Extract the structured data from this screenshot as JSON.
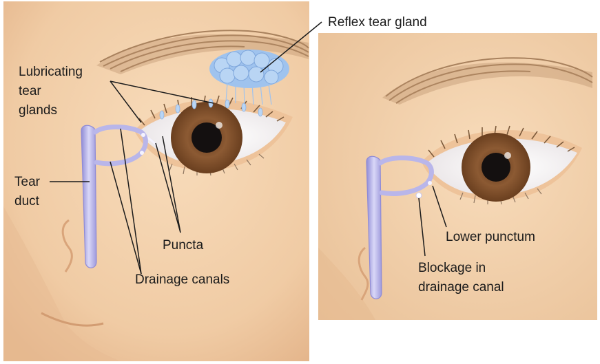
{
  "labels": {
    "reflex_tear_gland": "Reflex tear gland",
    "lubricating_line1": "Lubricating",
    "lubricating_line2": "tear",
    "lubricating_line3": "glands",
    "tear_duct_line1": "Tear",
    "tear_duct_line2": "duct",
    "puncta": "Puncta",
    "drainage_canals": "Drainage canals",
    "lower_punctum": "Lower punctum",
    "blockage_line1": "Blockage in",
    "blockage_line2": "drainage canal"
  },
  "colors": {
    "skin": "#f3d2ad",
    "skin_shadow": "#e6b98f",
    "brow": "#9c7450",
    "iris": "#8a5a35",
    "duct": "#b9b6ea",
    "gland": "#9fc3ee",
    "leader": "#1b1b1b"
  }
}
